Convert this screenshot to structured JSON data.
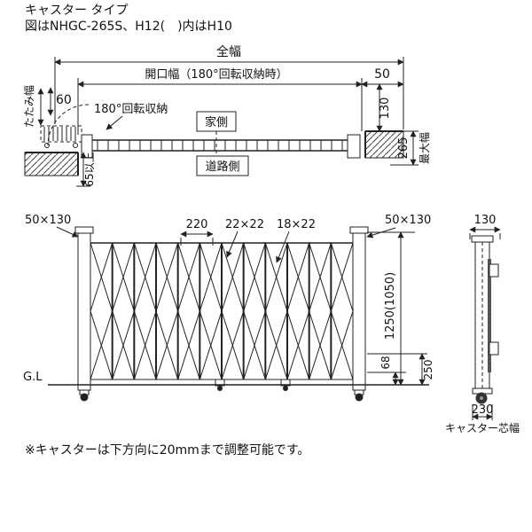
{
  "header": {
    "line1": "キャスター タイプ",
    "line2": "図はNHGC-265S、H12(　)内はH10"
  },
  "plan": {
    "total_width": "全幅",
    "opening_width": "開口幅（180°回転収納時）",
    "dim_50": "50",
    "dim_60": "60",
    "folded_width": "たたみ幅",
    "rotation_note": "180°回転収納",
    "house_side": "家側",
    "road_side": "道路側",
    "dim_130": "130",
    "dim_265": "265",
    "max_width": "最大幅",
    "dim_65_min": "65以上"
  },
  "elev": {
    "post_label_left": "50×130",
    "post_label_right": "50×130",
    "dim_220": "220",
    "dim_22x22": "22×22",
    "dim_18x22": "18×22",
    "gl": "G.L",
    "dim_height": "1250(1050)",
    "dim_68": "68",
    "dim_250": "250"
  },
  "side": {
    "dim_130": "130",
    "dim_230": "230",
    "caster_width": "キャスター芯幅"
  },
  "note": {
    "text": "※キャスターは下方向に20mmまで調整可能です。"
  }
}
